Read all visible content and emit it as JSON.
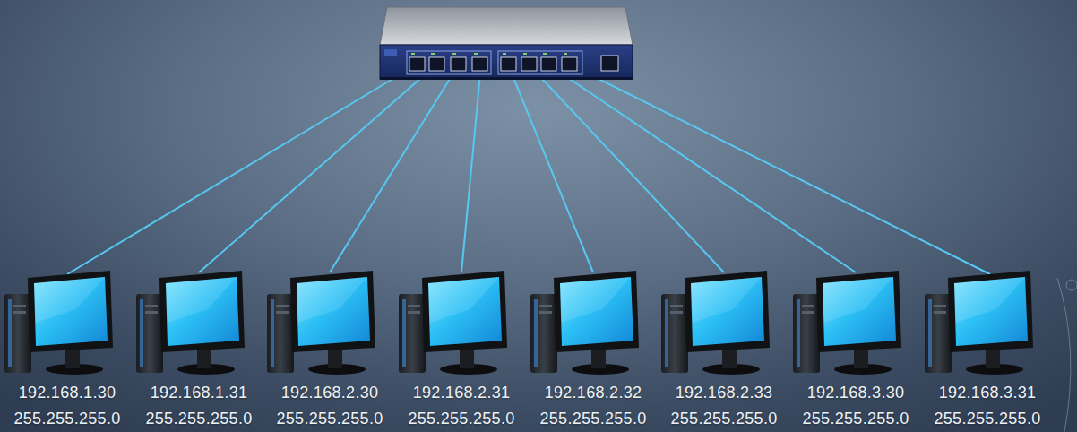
{
  "diagram": {
    "nodes": [
      {
        "text": [
          "192.168.1.30",
          "255.255.255.0"
        ]
      },
      {
        "text": [
          "192.168.1.31",
          "255.255.255.0"
        ]
      },
      {
        "text": [
          "192.168.2.30",
          "255.255.255.0"
        ]
      },
      {
        "text": [
          "192.168.2.31",
          "255.255.255.0"
        ]
      },
      {
        "text": [
          "192.168.2.32",
          "255.255.255.0"
        ]
      },
      {
        "text": [
          "192.168.2.33",
          "255.255.255.0"
        ]
      },
      {
        "text": [
          "192.168.3.30",
          "255.255.255.0"
        ]
      },
      {
        "text": [
          "192.168.3.31",
          "255.255.255.0"
        ]
      }
    ]
  }
}
